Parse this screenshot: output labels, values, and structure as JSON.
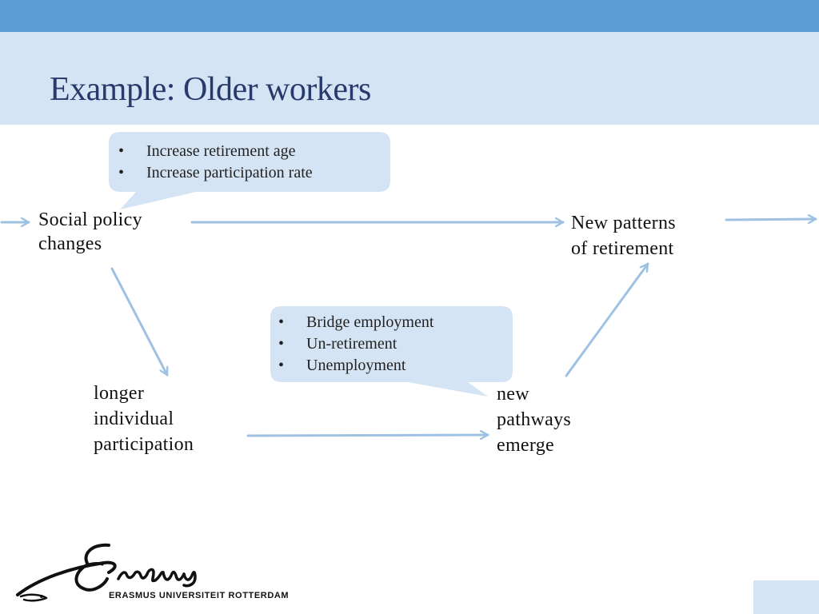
{
  "slide": {
    "title": "Example: Older workers"
  },
  "nodes": {
    "social_policy": [
      "Social policy",
      "changes"
    ],
    "new_patterns": [
      "New patterns",
      "of retirement"
    ],
    "longer_participation": [
      "longer",
      "individual",
      "participation"
    ],
    "new_pathways": [
      "new",
      "pathways",
      "emerge"
    ]
  },
  "callouts": {
    "policy_goals": [
      "Increase retirement age",
      "Increase participation rate"
    ],
    "pathways": [
      "Bridge employment",
      "Un-retirement",
      "Unemployment"
    ]
  },
  "logo": {
    "script": "Erasmus",
    "name": "ERASMUS UNIVERSITEIT ROTTERDAM"
  },
  "colors": {
    "top_bar": "#5f9ed4",
    "title_band": "#d5e4f4",
    "title_text": "#283a6b",
    "callout_fill": "#d5e4f4",
    "arrow": "#9fc2e3"
  }
}
